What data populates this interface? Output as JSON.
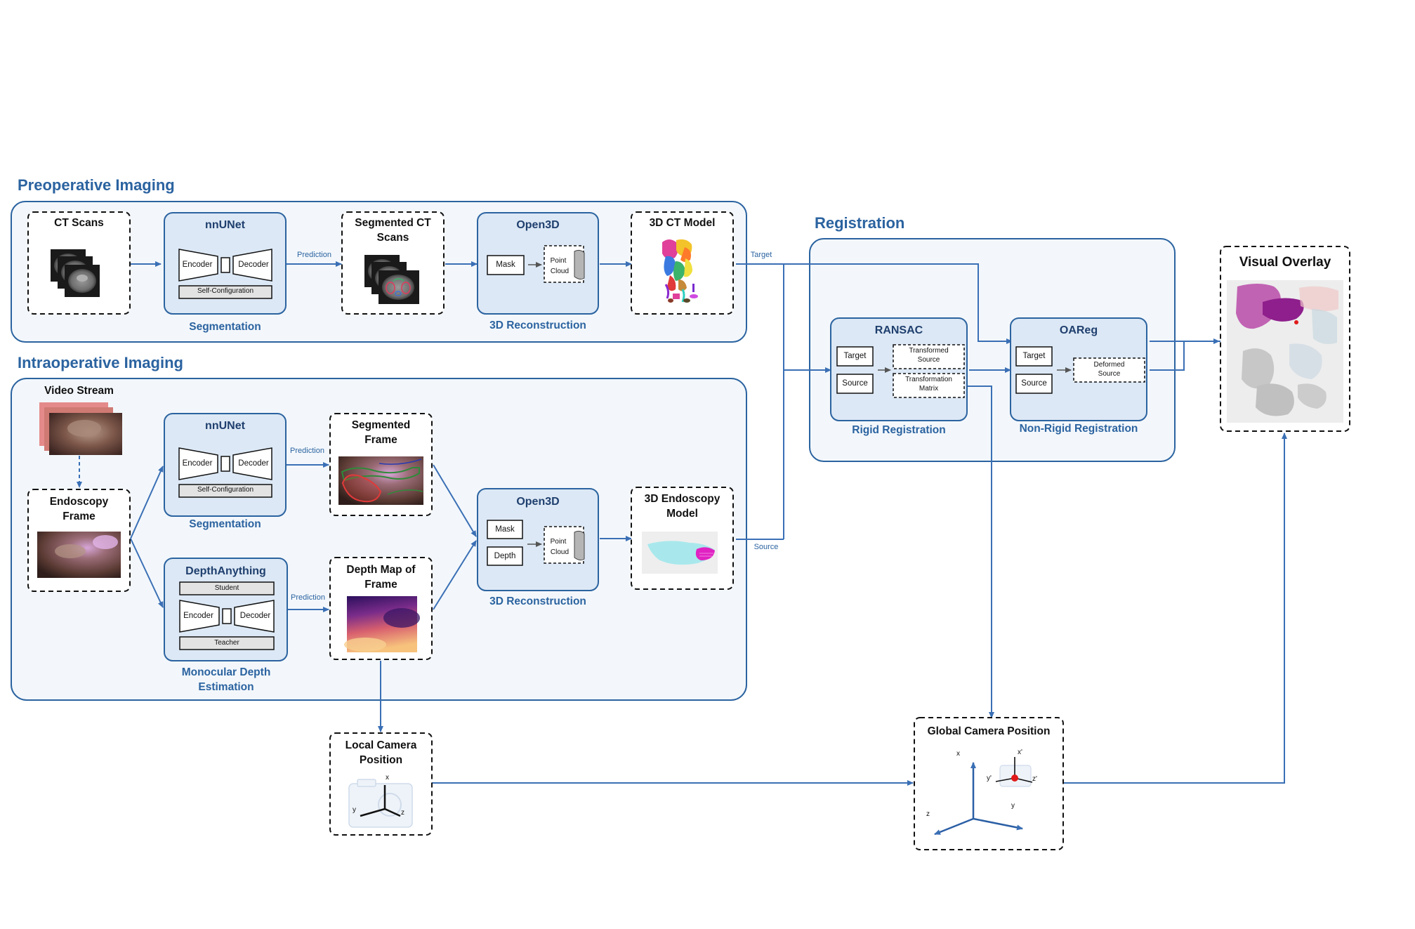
{
  "sections": {
    "preoperative": "Preoperative Imaging",
    "intraoperative": "Intraoperative Imaging",
    "registration": "Registration"
  },
  "preop": {
    "ct_scans": "CT Scans",
    "nnunet_title": "nnUNet",
    "encoder": "Encoder",
    "decoder": "Decoder",
    "self_config": "Self-Configuration",
    "segmentation_caption": "Segmentation",
    "prediction_label": "Prediction",
    "segmented_ct": [
      "Segmented CT",
      "Scans"
    ],
    "open3d_title": "Open3D",
    "mask": "Mask",
    "point_cloud": [
      "Point",
      "Cloud"
    ],
    "reconstruction_caption": "3D Reconstruction",
    "ct_model": "3D CT Model",
    "target_label": "Target"
  },
  "intraop": {
    "video_stream": "Video Stream",
    "endoscopy_frame": [
      "Endoscopy",
      "Frame"
    ],
    "nnunet_title": "nnUNet",
    "encoder": "Encoder",
    "decoder": "Decoder",
    "self_config": "Self-Configuration",
    "segmentation_caption": "Segmentation",
    "prediction_label_1": "Prediction",
    "segmented_frame": [
      "Segmented",
      "Frame"
    ],
    "depthanything_title": "DepthAnything",
    "student": "Student",
    "teacher": "Teacher",
    "depth_encoder": "Encoder",
    "depth_decoder": "Decoder",
    "depth_caption": [
      "Monocular Depth",
      "Estimation"
    ],
    "prediction_label_2": "Prediction",
    "depth_map": [
      "Depth Map of",
      "Frame"
    ],
    "open3d_title": "Open3D",
    "mask": "Mask",
    "depth": "Depth",
    "point_cloud": [
      "Point",
      "Cloud"
    ],
    "reconstruction_caption": "3D Reconstruction",
    "endoscopy_model": [
      "3D Endoscopy",
      "Model"
    ],
    "source_label": "Source"
  },
  "registration": {
    "ransac_title": "RANSAC",
    "target": "Target",
    "source": "Source",
    "transformed_source": [
      "Transformed",
      "Source"
    ],
    "transformation_matrix": [
      "Transformation",
      "Matrix"
    ],
    "rigid_caption": "Rigid Registration",
    "oareg_title": "OAReg",
    "target_2": "Target",
    "source_2": "Source",
    "deformed_source": [
      "Deformed",
      "Source"
    ],
    "nonrigid_caption": "Non-Rigid Registration"
  },
  "outputs": {
    "visual_overlay": "Visual Overlay",
    "local_camera": [
      "Local Camera",
      "Position"
    ],
    "global_camera": "Global Camera Position",
    "axis_x": "x",
    "axis_y": "y",
    "axis_z": "z",
    "axis_x_prime": "x'",
    "axis_y_prime": "y'",
    "axis_z_prime": "z'"
  },
  "colors": {
    "accent": "#2b63a0",
    "panel_fill": "#f3f7fb",
    "block_fill": "#dce8f5",
    "gray_fill": "#e3e3e3",
    "arrow": "#3a6fb5"
  }
}
